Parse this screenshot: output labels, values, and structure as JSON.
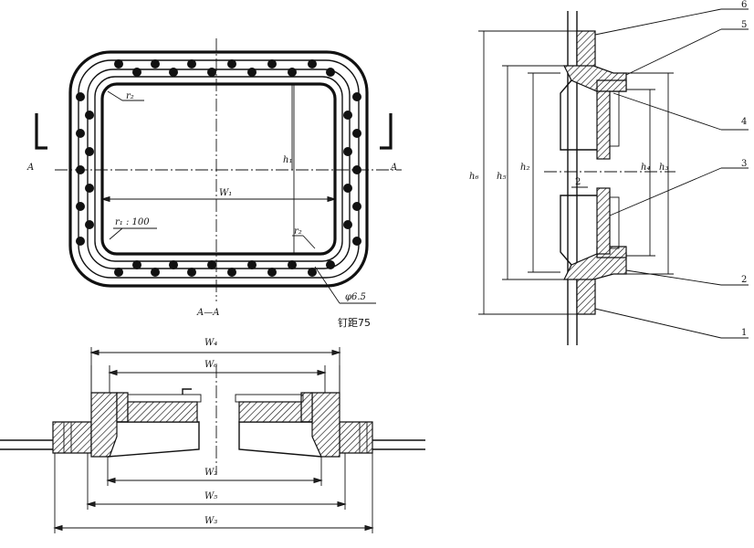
{
  "plan_view": {
    "section_mark_left": "A",
    "section_mark_right": "A",
    "section_title": "A—A",
    "dim_w1": "W₁",
    "dim_h1": "h₁",
    "radius_r1_note": "r₁ : 100",
    "radius_r2_top": "r₂",
    "radius_r2_bottom": "r₂",
    "bolt_spec": "φ6.5",
    "bolt_pitch": "钉距75"
  },
  "section_view_bottom": {
    "dim_w4": "W₄",
    "dim_w6": "W₆",
    "dim_w2": "W₂",
    "dim_w5": "W₅",
    "dim_w3": "W₃"
  },
  "section_view_right": {
    "dim_h6": "h₆",
    "dim_h5": "h₅",
    "dim_h2": "h₂",
    "dim_h4": "h₄",
    "dim_h3": "h₃",
    "inner_mark": "2",
    "part_labels": [
      "6",
      "5",
      "4",
      "3",
      "2",
      "1"
    ]
  }
}
